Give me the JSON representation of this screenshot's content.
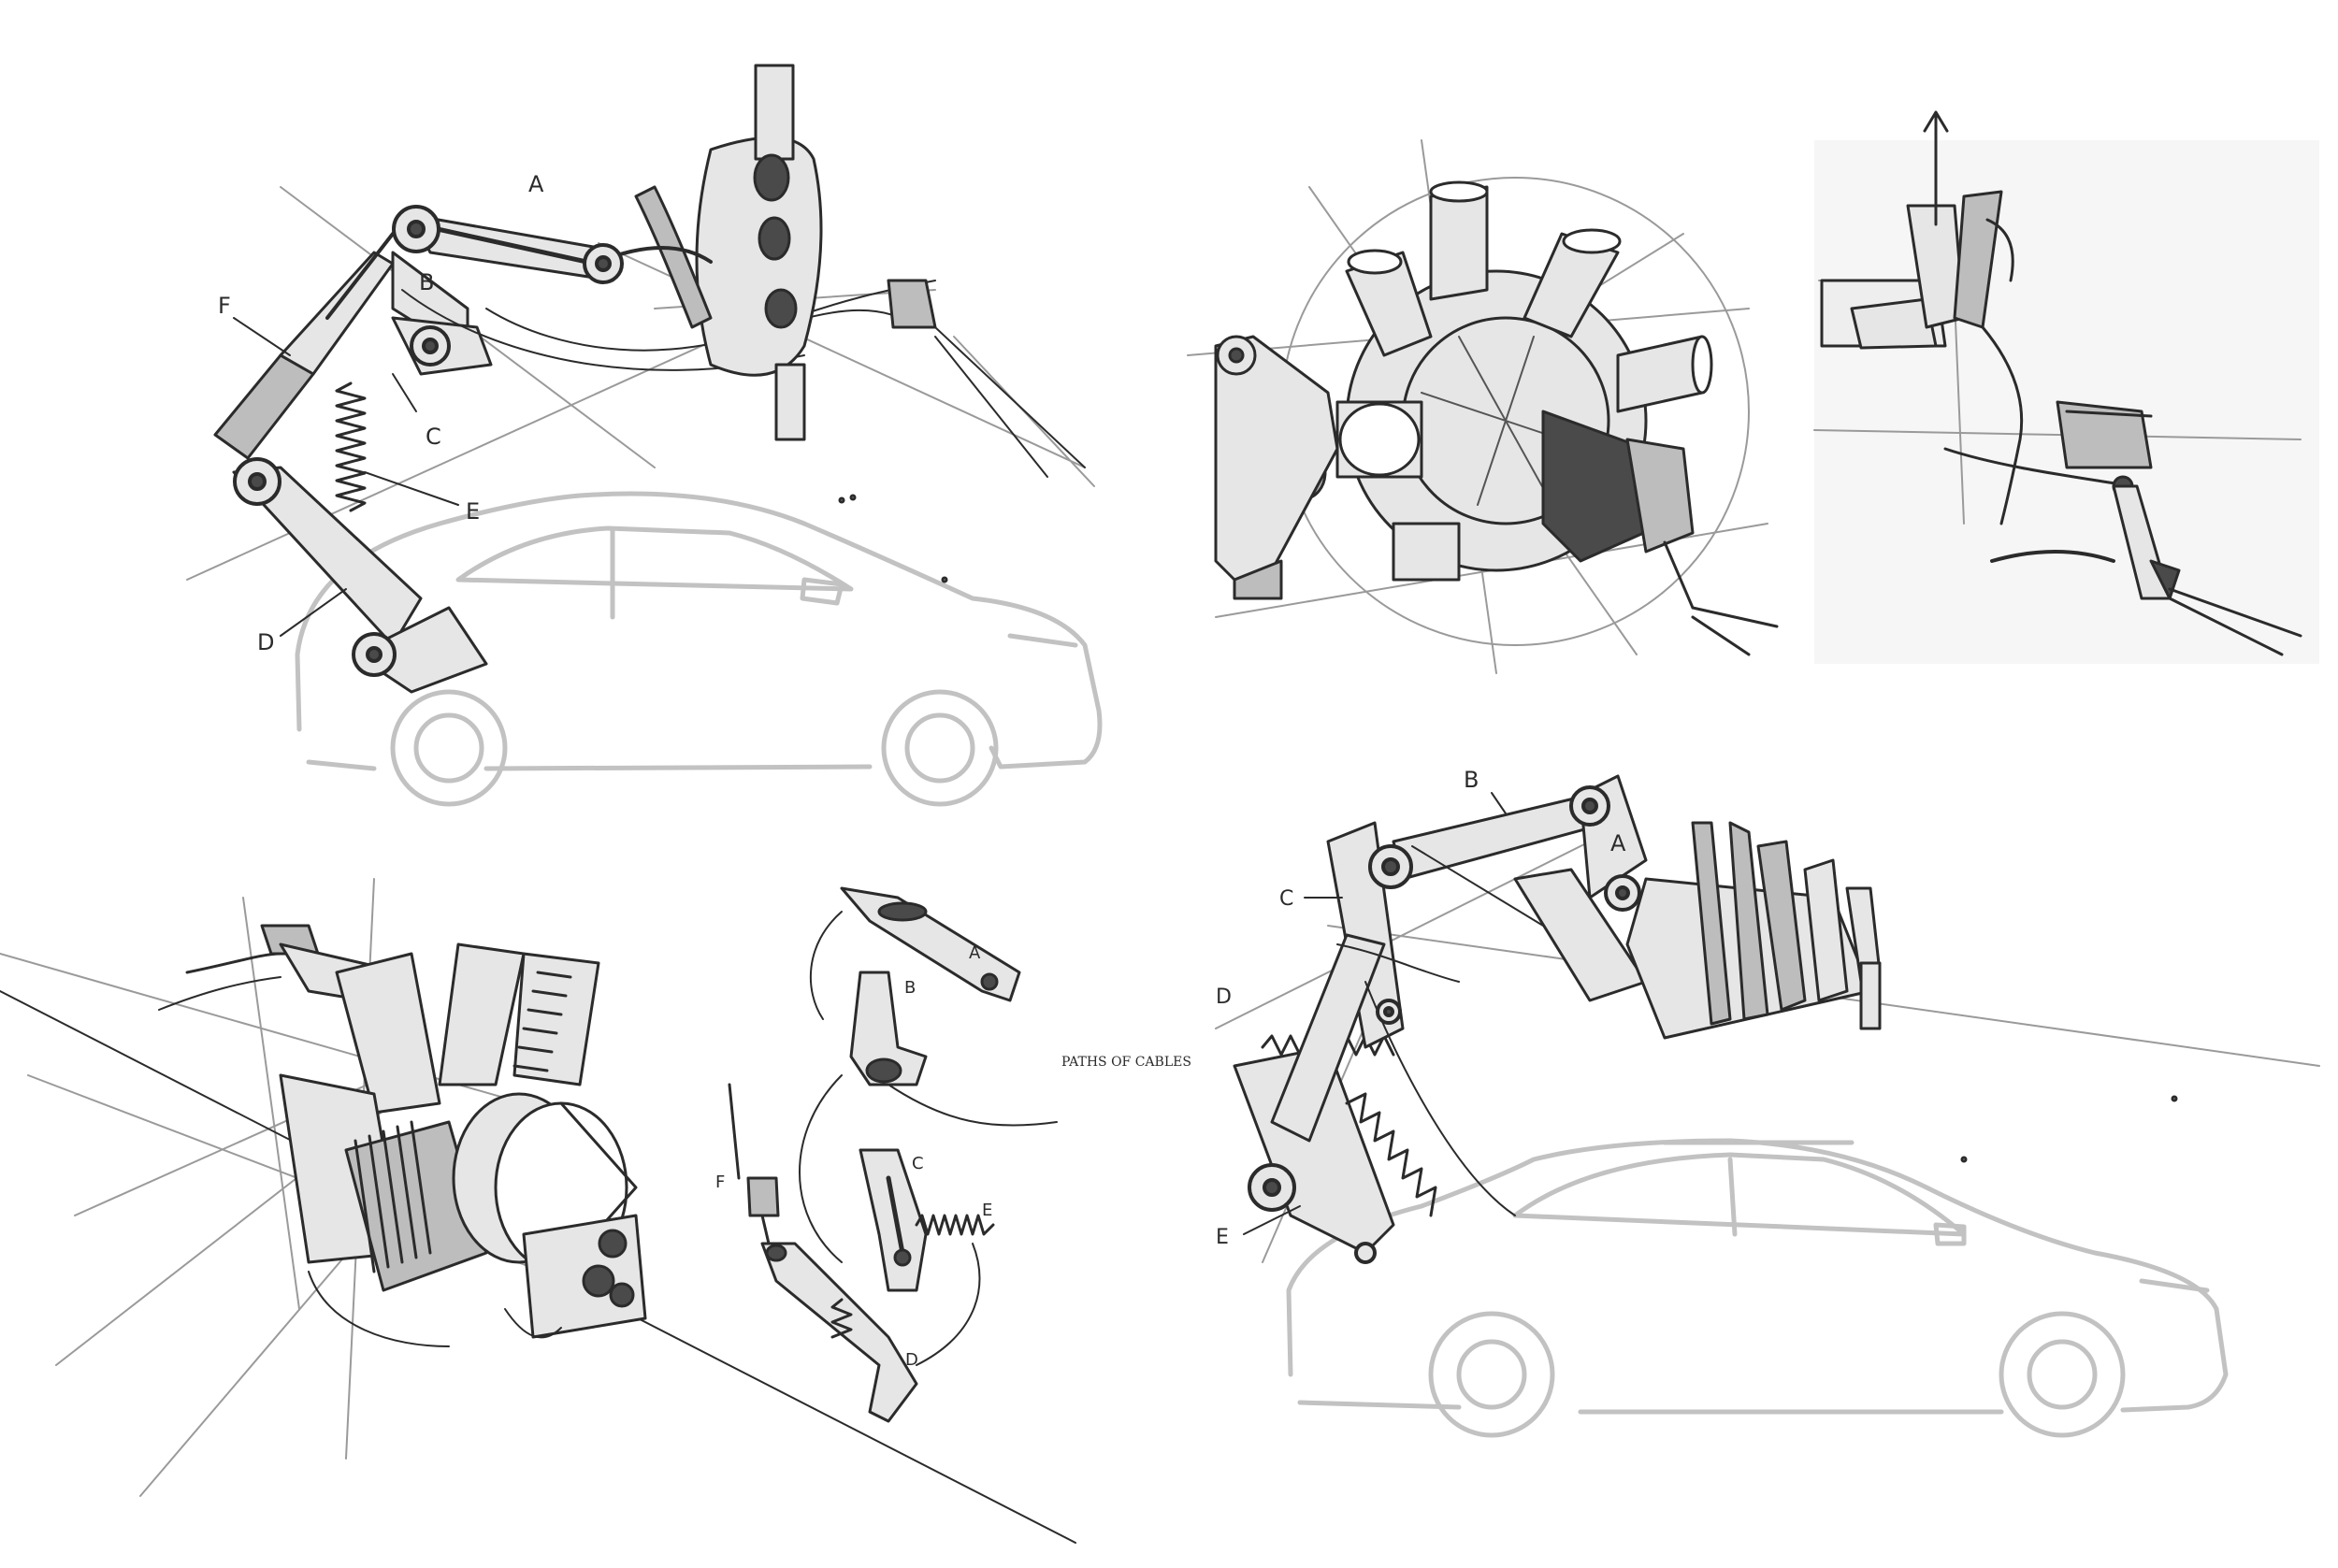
{
  "sketch1": {
    "labels": {
      "a": "A",
      "b": "B",
      "c": "C",
      "d": "D",
      "e": "E",
      "f": "F"
    }
  },
  "sketch4": {
    "labels": {
      "a": "A",
      "b": "B",
      "c": "C",
      "d": "D",
      "e": "E",
      "f": "F"
    },
    "note": "PATHS OF CABLES"
  },
  "sketch5": {
    "labels": {
      "a": "A",
      "b": "B",
      "c": "C",
      "d": "D",
      "e": "E"
    }
  }
}
